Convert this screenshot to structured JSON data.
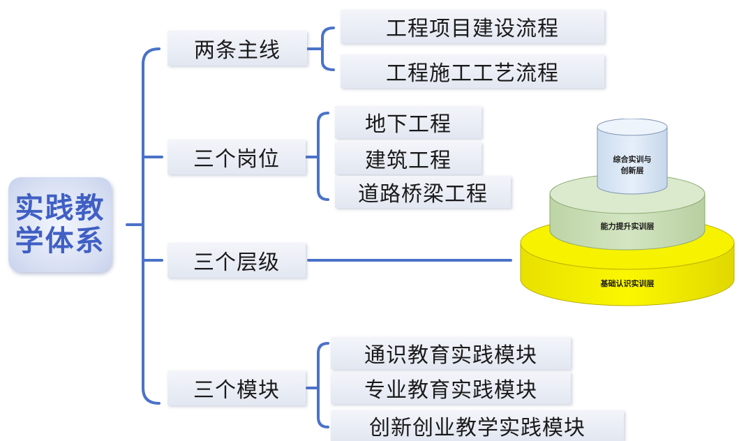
{
  "root": {
    "line1": "实践教",
    "line2": "学体系"
  },
  "branches": [
    {
      "label": "两条主线",
      "children": [
        "工程项目建设流程",
        "工程施工工艺流程"
      ]
    },
    {
      "label": "三个岗位",
      "children": [
        "地下工程",
        "建筑工程",
        "道路桥梁工程"
      ]
    },
    {
      "label": "三个层级"
    },
    {
      "label": "三个模块",
      "children": [
        "通识教育实践模块",
        "专业教育实践模块",
        "创新创业教学实践模块"
      ]
    }
  ],
  "layers": {
    "top_line1": "综合实训与",
    "top_line2": "创新层",
    "middle": "能力提升实训层",
    "bottom": "基础认识实训层"
  },
  "colors": {
    "connector": "#4a72c8",
    "root_text": "#3f5fc4",
    "layer_bottom": "#f6f200",
    "layer_middle": "#cfe1bd",
    "layer_top": "#dde9f6"
  }
}
